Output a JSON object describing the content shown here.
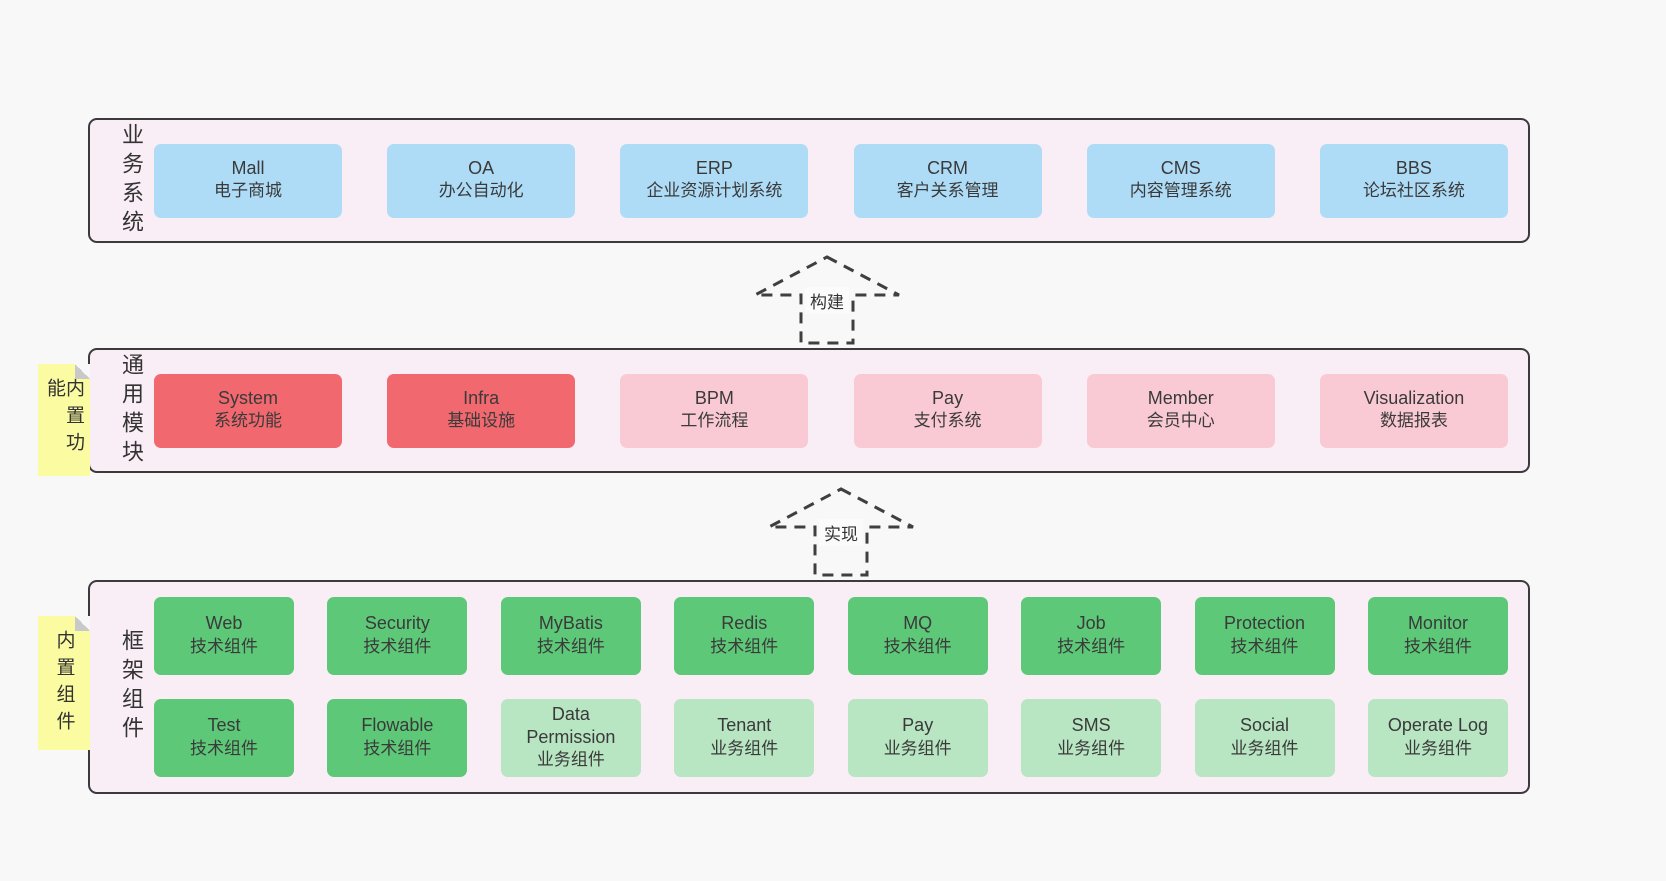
{
  "colors": {
    "page_bg": "#f8f8f8",
    "band_bg": "#f9edf6",
    "band_border": "#3b3b3b",
    "blue_box": "#aedcf7",
    "red_box": "#f1686f",
    "pink_box": "#facad4",
    "green_dark_box": "#5dc878",
    "green_light_box": "#b8e5c2",
    "sticky_yellow": "#fbfba1",
    "text": "#3a3a3a"
  },
  "arrows": [
    {
      "label": "构建"
    },
    {
      "label": "实现"
    }
  ],
  "bands": [
    {
      "label": "业务系统",
      "items": [
        {
          "name": "Mall",
          "desc": "电子商城",
          "variant": "blue"
        },
        {
          "name": "OA",
          "desc": "办公自动化",
          "variant": "blue"
        },
        {
          "name": "ERP",
          "desc": "企业资源计划系统",
          "variant": "blue"
        },
        {
          "name": "CRM",
          "desc": "客户关系管理",
          "variant": "blue"
        },
        {
          "name": "CMS",
          "desc": "内容管理系统",
          "variant": "blue"
        },
        {
          "name": "BBS",
          "desc": "论坛社区系统",
          "variant": "blue"
        }
      ]
    },
    {
      "label": "通用模块",
      "sticky": "内置功能",
      "items": [
        {
          "name": "System",
          "desc": "系统功能",
          "variant": "red"
        },
        {
          "name": "Infra",
          "desc": "基础设施",
          "variant": "red"
        },
        {
          "name": "BPM",
          "desc": "工作流程",
          "variant": "pink"
        },
        {
          "name": "Pay",
          "desc": "支付系统",
          "variant": "pink"
        },
        {
          "name": "Member",
          "desc": "会员中心",
          "variant": "pink"
        },
        {
          "name": "Visualization",
          "desc": "数据报表",
          "variant": "pink"
        }
      ]
    },
    {
      "label": "框架组件",
      "sticky": "内置组件",
      "rows": [
        [
          {
            "name": "Web",
            "desc": "技术组件",
            "variant": "green-dark"
          },
          {
            "name": "Security",
            "desc": "技术组件",
            "variant": "green-dark"
          },
          {
            "name": "MyBatis",
            "desc": "技术组件",
            "variant": "green-dark"
          },
          {
            "name": "Redis",
            "desc": "技术组件",
            "variant": "green-dark"
          },
          {
            "name": "MQ",
            "desc": "技术组件",
            "variant": "green-dark"
          },
          {
            "name": "Job",
            "desc": "技术组件",
            "variant": "green-dark"
          },
          {
            "name": "Protection",
            "desc": "技术组件",
            "variant": "green-dark"
          },
          {
            "name": "Monitor",
            "desc": "技术组件",
            "variant": "green-dark"
          }
        ],
        [
          {
            "name": "Test",
            "desc": "技术组件",
            "variant": "green-dark"
          },
          {
            "name": "Flowable",
            "desc": "技术组件",
            "variant": "green-dark"
          },
          {
            "name": "Data Permission",
            "desc": "业务组件",
            "variant": "green-light"
          },
          {
            "name": "Tenant",
            "desc": "业务组件",
            "variant": "green-light"
          },
          {
            "name": "Pay",
            "desc": "业务组件",
            "variant": "green-light"
          },
          {
            "name": "SMS",
            "desc": "业务组件",
            "variant": "green-light"
          },
          {
            "name": "Social",
            "desc": "业务组件",
            "variant": "green-light"
          },
          {
            "name": "Operate Log",
            "desc": "业务组件",
            "variant": "green-light"
          }
        ]
      ]
    }
  ]
}
